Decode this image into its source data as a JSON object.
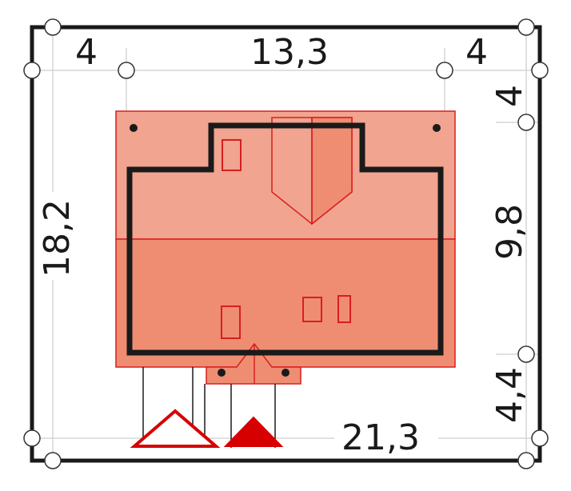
{
  "plan": {
    "dimensions": {
      "top_left": "4",
      "top_center": "13,3",
      "top_right": "4",
      "right_top": "4",
      "right_middle": "9,8",
      "right_bottom": "4,4",
      "left": "18,2",
      "bottom": "21,3"
    },
    "colors": {
      "plot_border": "#1a1a1a",
      "guide_line": "#d6d6d6",
      "roof_light": "#f1a48f",
      "roof_dark": "#ef8d72",
      "roof_outline": "#d81e1e",
      "house_outline": "#1a1a1a",
      "entrance_arrow": "#d60000"
    }
  }
}
